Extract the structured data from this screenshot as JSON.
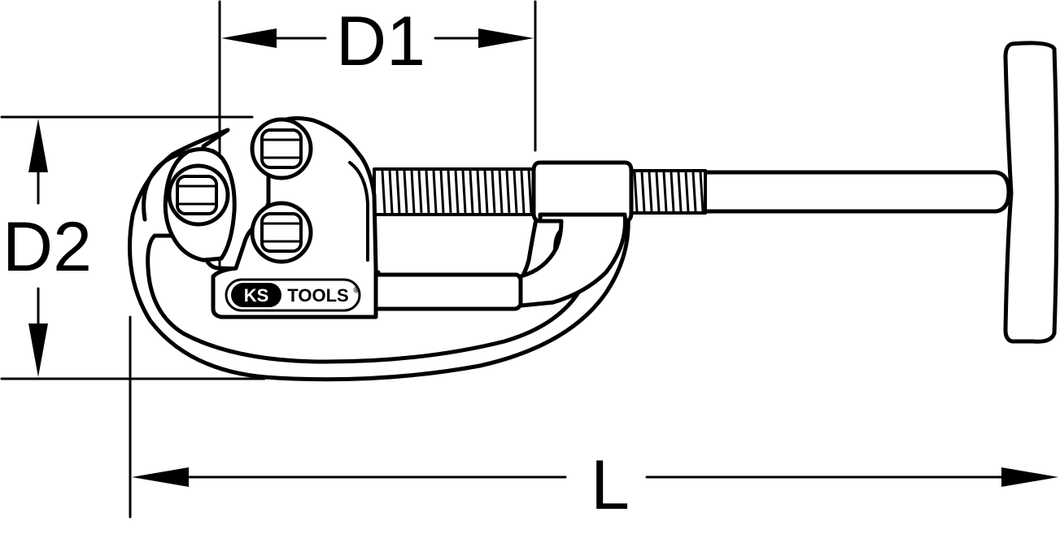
{
  "dimensions": {
    "d1": "D1",
    "d2": "D2",
    "l": "L"
  },
  "logo": {
    "left": "KS",
    "right": "TOOLS",
    "mark": "®"
  },
  "colors": {
    "line": "#000000",
    "background": "#ffffff"
  }
}
